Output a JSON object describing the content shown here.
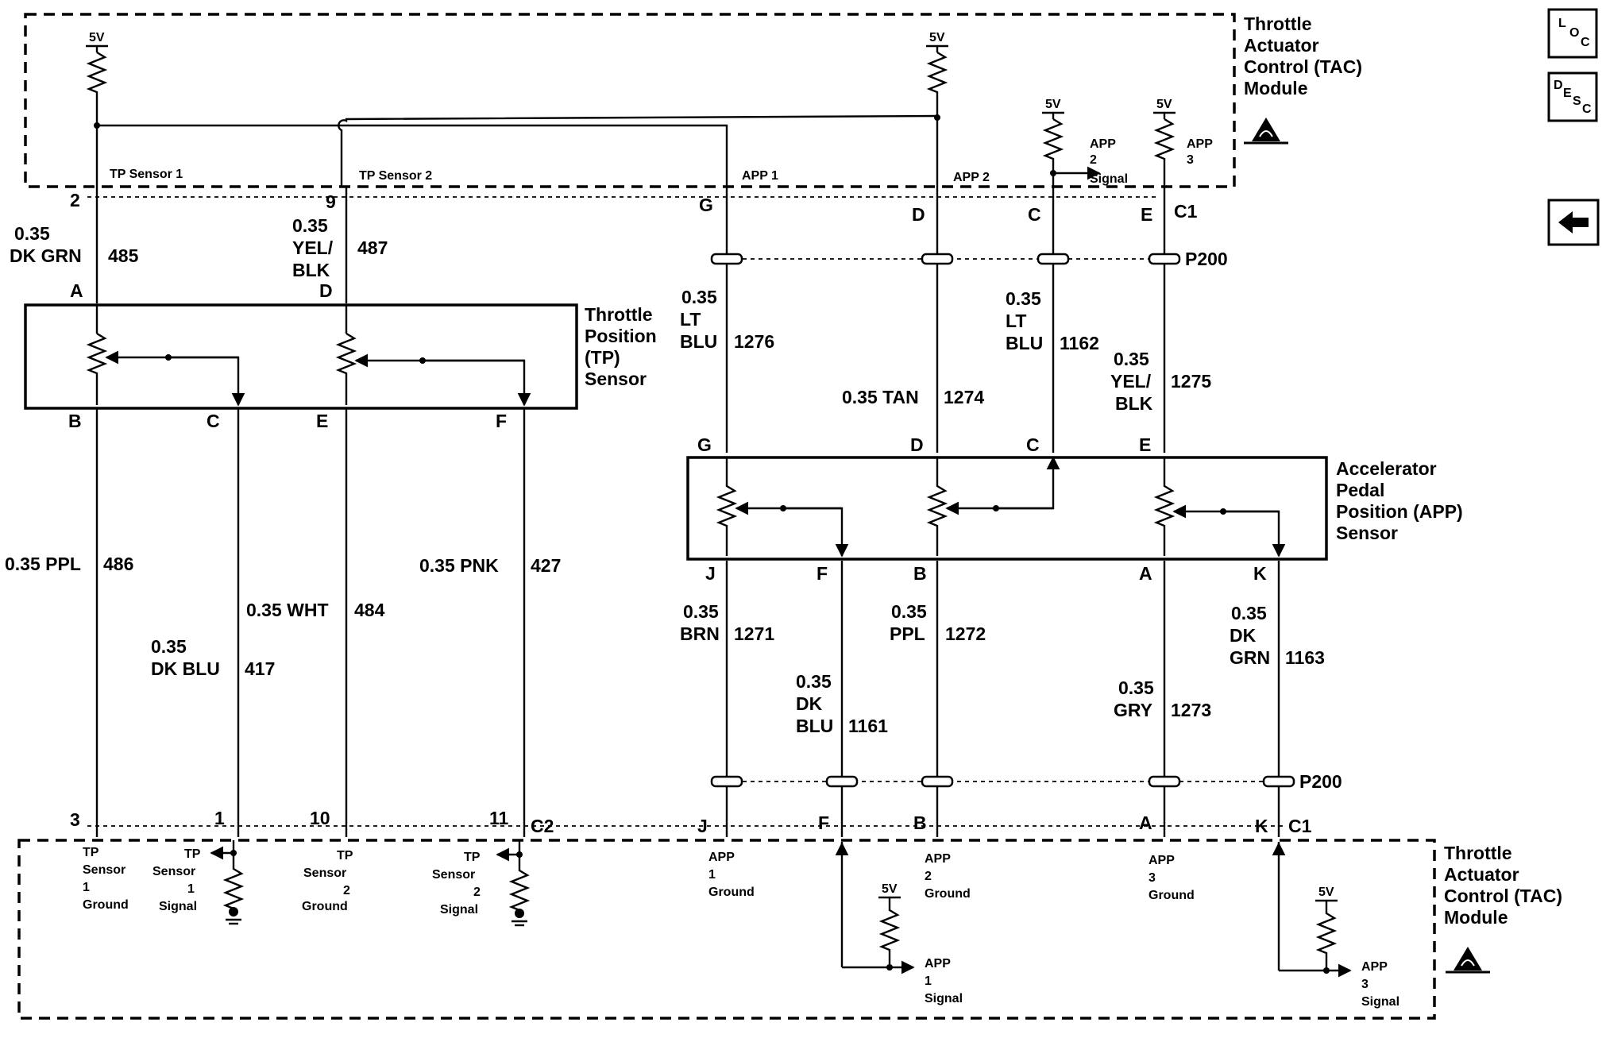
{
  "modules": {
    "tac_module_top": [
      "Throttle",
      "Actuator",
      "Control (TAC)",
      "Module"
    ],
    "tac_module_bottom": [
      "Throttle",
      "Actuator",
      "Control (TAC)",
      "Module"
    ],
    "tp_sensor": [
      "Throttle",
      "Position",
      "(TP)",
      "Sensor"
    ],
    "app_sensor": [
      "Accelerator",
      "Pedal",
      "Position (APP)",
      "Sensor"
    ]
  },
  "nav_buttons": {
    "loc": [
      "L",
      "O",
      "C"
    ],
    "desc": [
      "D",
      "E",
      "S",
      "C"
    ],
    "back": "back-arrow-icon"
  },
  "supply_label": "5V",
  "internal_labels": {
    "tp_sensor_1": "TP Sensor 1",
    "tp_sensor_2": "TP Sensor 2",
    "app_1": "APP 1",
    "app_2": "APP 2",
    "app_2_signal": [
      "APP",
      "2",
      "Signal"
    ],
    "app_3": [
      "APP",
      "3"
    ],
    "tp1_ground": [
      "TP",
      "Sensor",
      "1",
      "Ground"
    ],
    "tp1_signal": [
      "TP",
      "Sensor",
      "1",
      "Signal"
    ],
    "tp2_ground": [
      "TP",
      "Sensor",
      "2",
      "Ground"
    ],
    "tp2_signal": [
      "TP",
      "Sensor",
      "2",
      "Signal"
    ],
    "app1_ground": [
      "APP",
      "1",
      "Ground"
    ],
    "app2_ground": [
      "APP",
      "2",
      "Ground"
    ],
    "app3_ground": [
      "APP",
      "3",
      "Ground"
    ],
    "app1_signal": [
      "APP",
      "1",
      "Signal"
    ],
    "app3_signal": [
      "APP",
      "3",
      "Signal"
    ]
  },
  "connectors": {
    "c1": "C1",
    "c2": "C2",
    "p200": "P200",
    "top_pins": [
      "2",
      "9",
      "G",
      "D",
      "C",
      "E"
    ],
    "tp_top_pins": [
      "A",
      "D"
    ],
    "tp_bottom_pins": [
      "B",
      "C",
      "E",
      "F"
    ],
    "app_top_pins": [
      "G",
      "D",
      "C",
      "E"
    ],
    "app_bottom_pins": [
      "J",
      "F",
      "B",
      "A",
      "K"
    ],
    "bottom_c2_pins": [
      "3",
      "1",
      "10",
      "11"
    ],
    "bottom_c1_pins": [
      "J",
      "F",
      "B",
      "A",
      "K"
    ]
  },
  "wires": {
    "w485": {
      "gauge": "0.35",
      "color": "DK GRN",
      "circuit": "485"
    },
    "w487": {
      "gauge": "0.35",
      "color": [
        "YEL/",
        "BLK"
      ],
      "circuit": "487"
    },
    "w1276": {
      "gauge": "0.35",
      "color": [
        "LT",
        "BLU"
      ],
      "circuit": "1276"
    },
    "w1274": {
      "label": "0.35 TAN",
      "circuit": "1274"
    },
    "w1162": {
      "gauge": "0.35",
      "color": [
        "LT",
        "BLU"
      ],
      "circuit": "1162"
    },
    "w1275": {
      "gauge": "0.35",
      "color": [
        "YEL/",
        "BLK"
      ],
      "circuit": "1275"
    },
    "w486": {
      "label": "0.35 PPL",
      "circuit": "486"
    },
    "w417": {
      "gauge": "0.35",
      "color": "DK BLU",
      "circuit": "417"
    },
    "w484": {
      "label": "0.35 WHT",
      "circuit": "484"
    },
    "w427": {
      "label": "0.35 PNK",
      "circuit": "427"
    },
    "w1271": {
      "gauge": "0.35",
      "color": "BRN",
      "circuit": "1271"
    },
    "w1161": {
      "gauge": "0.35",
      "color": [
        "DK",
        "BLU"
      ],
      "circuit": "1161"
    },
    "w1272": {
      "gauge": "0.35",
      "color": "PPL",
      "circuit": "1272"
    },
    "w1273": {
      "gauge": "0.35",
      "color": "GRY",
      "circuit": "1273"
    },
    "w1163": {
      "gauge": "0.35",
      "color": [
        "DK",
        "GRN"
      ],
      "circuit": "1163"
    }
  }
}
